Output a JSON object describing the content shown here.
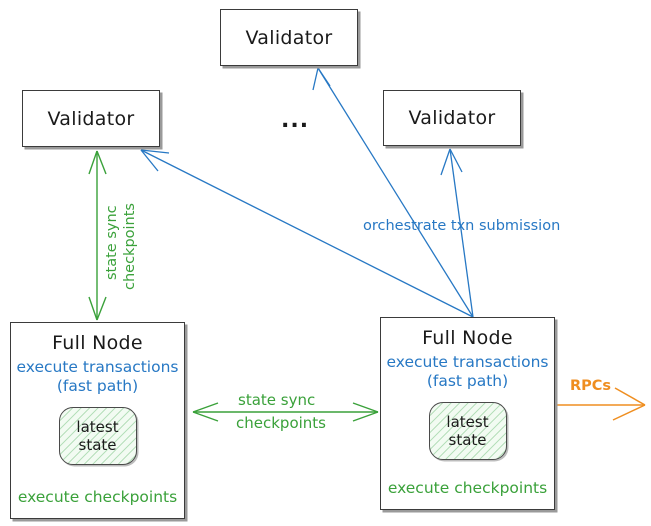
{
  "diagram": {
    "title_text_color_black": "#1a1a1a",
    "colors": {
      "blue": "#2778c4",
      "green": "#3aa13a",
      "orange": "#ef8e20",
      "box_border": "#3b3b3b",
      "box_shadow": "#9a9a9a",
      "background": "#ffffff"
    },
    "validators": [
      {
        "id": "validator-top",
        "label": "Validator"
      },
      {
        "id": "validator-left",
        "label": "Validator"
      },
      {
        "id": "validator-right",
        "label": "Validator"
      }
    ],
    "ellipsis": "...",
    "full_nodes": [
      {
        "id": "full-node-left",
        "title": "Full Node",
        "blue_line_1": "execute transactions",
        "blue_line_2": "(fast path)",
        "state_line_1": "latest",
        "state_line_2": "state",
        "green_bottom": "execute checkpoints"
      },
      {
        "id": "full-node-right",
        "title": "Full Node",
        "blue_line_1": "execute transactions",
        "blue_line_2": "(fast path)",
        "state_line_1": "latest",
        "state_line_2": "state",
        "green_bottom": "execute checkpoints"
      }
    ],
    "edge_labels": {
      "orchestrate": "orchestrate txn submission",
      "vertical_state_sync": "state sync",
      "vertical_checkpoints": "checkpoints",
      "middle_state_sync": "state sync",
      "middle_checkpoints": "checkpoints",
      "rpcs": "RPCs"
    }
  }
}
